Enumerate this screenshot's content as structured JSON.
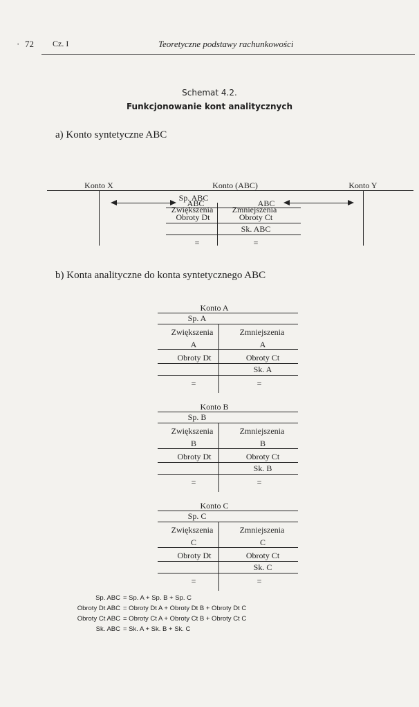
{
  "header": {
    "page_number": "72",
    "part": "Cz. I",
    "running_title": "Teoretyczne podstawy rachunkowości"
  },
  "schemat": {
    "number": "Schemat 4.2.",
    "title": "Funkcjonowanie kont analitycznych"
  },
  "section_a": {
    "label": "a) Konto syntetyczne ABC",
    "konto_x": "Konto X",
    "konto_abc": "Konto (ABC)",
    "konto_y": "Konto Y",
    "sp": "Sp. ABC",
    "zw": "Zwiększenia",
    "zm": "Zmniejszenia",
    "left_abc": "ABC",
    "right_abc": "ABC",
    "obroty_dt": "Obroty Dt",
    "obroty_ct": "Obroty Ct",
    "sk": "Sk. ABC",
    "eq_l": "=",
    "eq_r": "="
  },
  "section_b": {
    "label": "b) Konta analityczne do konta syntetycznego ABC"
  },
  "accounts": [
    {
      "title": "Konto A",
      "sp": "Sp. A",
      "zw": "Zwiększenia",
      "zm": "Zmniejszenia",
      "l": "A",
      "r": "A",
      "dt": "Obroty Dt",
      "ct": "Obroty Ct",
      "sk": "Sk. A",
      "eq_l": "=",
      "eq_r": "="
    },
    {
      "title": "Konto B",
      "sp": "Sp. B",
      "zw": "Zwiększenia",
      "zm": "Zmniejszenia",
      "l": "B",
      "r": "B",
      "dt": "Obroty Dt",
      "ct": "Obroty Ct",
      "sk": "Sk. B",
      "eq_l": "=",
      "eq_r": "="
    },
    {
      "title": "Konto C",
      "sp": "Sp. C",
      "zw": "Zwiększenia",
      "zm": "Zmniejszenia",
      "l": "C",
      "r": "C",
      "dt": "Obroty Dt",
      "ct": "Obroty Ct",
      "sk": "Sk. C",
      "eq_l": "=",
      "eq_r": "="
    }
  ],
  "equations": [
    {
      "lhs": "Sp. ABC",
      "rhs": "= Sp. A + Sp. B + Sp. C"
    },
    {
      "lhs": "Obroty Dt ABC",
      "rhs": "= Obroty Dt A + Obroty Dt B + Obroty Dt C"
    },
    {
      "lhs": "Obroty Ct ABC",
      "rhs": "= Obroty Ct A + Obroty Ct B + Obroty Ct C"
    },
    {
      "lhs": "Sk. ABC",
      "rhs": "= Sk. A + Sk. B + Sk. C"
    }
  ],
  "colors": {
    "paper": "#f3f2ee",
    "ink": "#1f1f1f",
    "bleed": "#b9b7b2"
  }
}
